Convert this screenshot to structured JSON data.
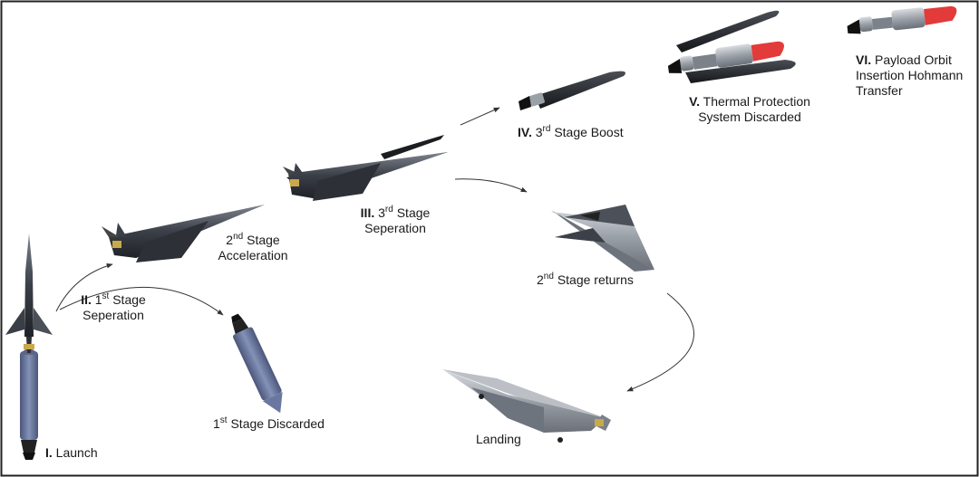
{
  "colors": {
    "border": "#222222",
    "arrow": "#333333",
    "vehicle_dark": "#2a2d33",
    "vehicle_mid": "#5d6470",
    "vehicle_light": "#a9aeb6",
    "booster_blue": "#6f7fa6",
    "nose_red": "#e33a3a",
    "nozzle": "#111111"
  },
  "stages": {
    "launch": {
      "num": "I.",
      "text": "Launch"
    },
    "first_sep": {
      "num": "II.",
      "pre": "1",
      "sup": "st",
      "line1": "Stage",
      "line2": "Seperation"
    },
    "first_discarded": {
      "pre": "1",
      "sup": "st",
      "text": "Stage Discarded"
    },
    "second_accel": {
      "pre": "2",
      "sup": "nd",
      "line1": "Stage",
      "line2": "Acceleration"
    },
    "third_sep": {
      "num": "III.",
      "pre": "3",
      "sup": "rd",
      "line1": "Stage",
      "line2": "Seperation"
    },
    "third_boost": {
      "num": "IV.",
      "pre": "3",
      "sup": "rd",
      "text": "Stage Boost"
    },
    "second_returns": {
      "pre": "2",
      "sup": "nd",
      "text": "Stage returns"
    },
    "landing": {
      "text": "Landing"
    },
    "thermal": {
      "num": "V.",
      "line1": "Thermal Protection",
      "line2": "System Discarded"
    },
    "payload": {
      "num": "VI.",
      "line1": "Payload Orbit",
      "line2": "Insertion Hohmann",
      "line3": "Transfer"
    }
  }
}
